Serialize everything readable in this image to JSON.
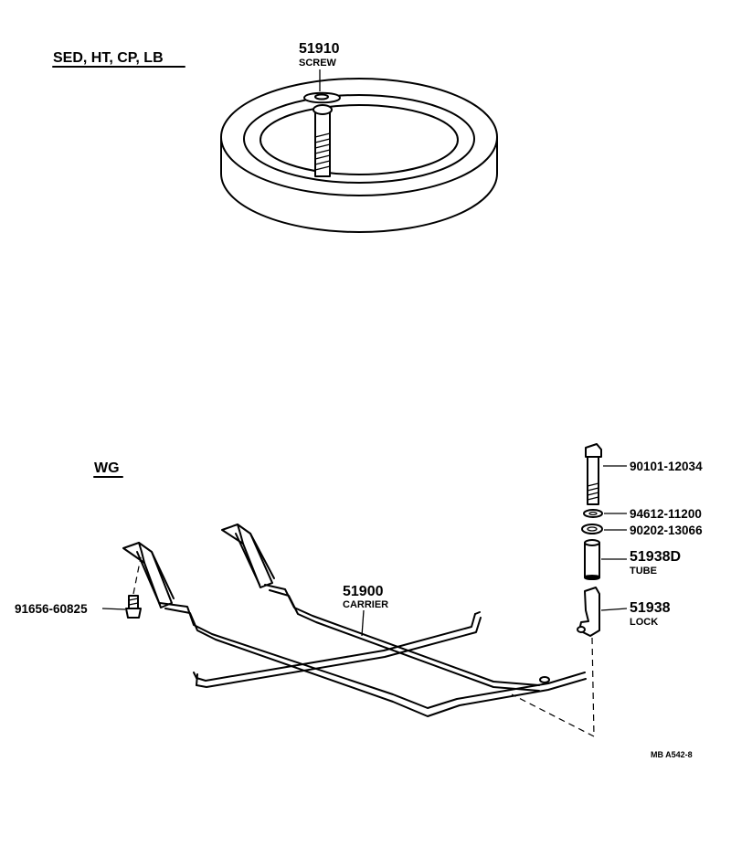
{
  "sections": [
    {
      "label": "SED, HT, CP, LB"
    },
    {
      "label": "WG"
    }
  ],
  "parts": [
    {
      "number": "51910",
      "name": "SCREW"
    },
    {
      "number": "51900",
      "name": "CARRIER"
    },
    {
      "number": "90101-12034"
    },
    {
      "number": "94612-11200"
    },
    {
      "number": "90202-13066"
    },
    {
      "number": "51938D",
      "name": "TUBE"
    },
    {
      "number": "51938",
      "name": "LOCK"
    },
    {
      "number": "91656-60825"
    }
  ],
  "footer": {
    "code": "MB  A542-8"
  }
}
